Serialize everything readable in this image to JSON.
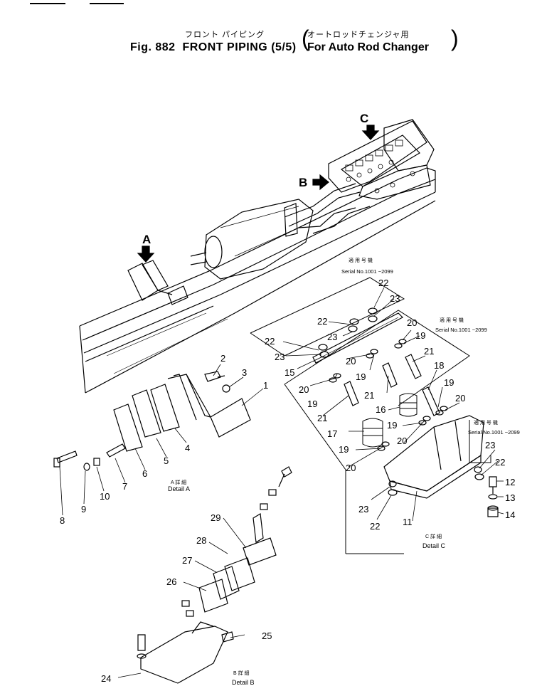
{
  "header": {
    "title_jp_left": "フロント パイピング",
    "title_jp_right": "オートロッドチェンジャ用",
    "figure_no": "Fig. 882",
    "title": "FRONT PIPING (5/5)",
    "title_sub": "For Auto Rod Changer"
  },
  "view_markers": {
    "a": "A",
    "b": "B",
    "c": "C"
  },
  "details": {
    "a_jp": "A 詳 細",
    "a": "Detail A",
    "b_jp": "B 詳 細",
    "b": "Detail B",
    "c_jp": "C 詳 細",
    "c": "Detail C"
  },
  "serial_notes": {
    "jp": "適 用 号 機",
    "text": "Serial No.1001 ~2099"
  },
  "part_labels": {
    "p1": "1",
    "p2": "2",
    "p3": "3",
    "p4": "4",
    "p5": "5",
    "p6": "6",
    "p7": "7",
    "p8": "8",
    "p9": "9",
    "p10": "10",
    "p11": "11",
    "p12": "12",
    "p13": "13",
    "p14": "14",
    "p15": "15",
    "p16": "16",
    "p17": "17",
    "p18": "18",
    "p19a": "19",
    "p19b": "19",
    "p19c": "19",
    "p19d": "19",
    "p19e": "19",
    "p19f": "19",
    "p20a": "20",
    "p20b": "20",
    "p20c": "20",
    "p20d": "20",
    "p20e": "20",
    "p20f": "20",
    "p21a": "21",
    "p21b": "21",
    "p21c": "21",
    "p22a": "22",
    "p22b": "22",
    "p22c": "22",
    "p22d": "22",
    "p22e": "22",
    "p23a": "23",
    "p23b": "23",
    "p23c": "23",
    "p23d": "23",
    "p23e": "23",
    "p24": "24",
    "p25": "25",
    "p26": "26",
    "p27": "27",
    "p28": "28",
    "p29": "29"
  }
}
